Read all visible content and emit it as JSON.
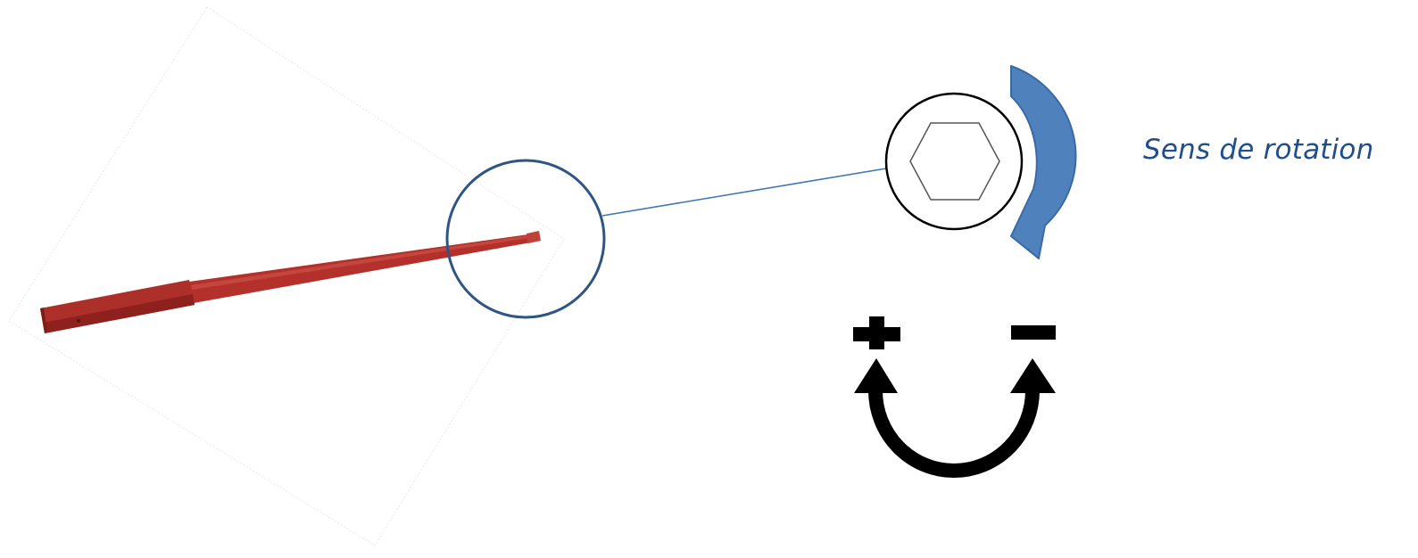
{
  "annotation": {
    "rotation_label": "Sens de rotation"
  },
  "colors": {
    "rod_red": "#b3302b",
    "rod_dark": "#8e211d",
    "zoom_circle": "#2e5584",
    "leader_line": "#3f74b8",
    "rotation_arrow": "#4f81bd",
    "rotation_arrow_outline": "#3a6aa3",
    "label_text": "#1f4e8c",
    "symbol_black": "#000000"
  },
  "icons": {
    "tool": "red-hex-key-rod",
    "detail": "hexagon-socket-icon",
    "rotation": "curved-rotation-arrow",
    "direction": "plus-minus-u-arrow-icon"
  }
}
